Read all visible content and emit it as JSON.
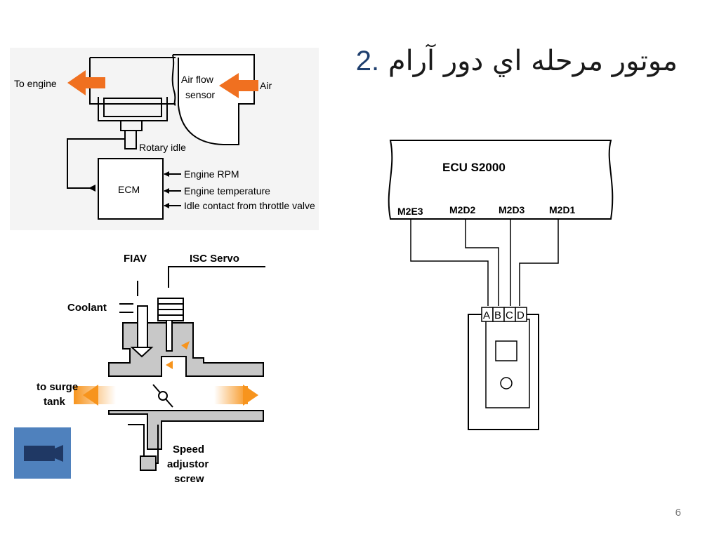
{
  "slide": {
    "number_prefix": "2.",
    "title_text": " موتور مرحله اي دور آرام",
    "page_number": "6"
  },
  "diagram_top_left": {
    "to_engine": "To engine",
    "air": "Air",
    "sensor_line1": "Air flow",
    "sensor_line2": "sensor",
    "rotary_idle": "Rotary idle",
    "ecm": "ECM",
    "inputs": [
      "Engine RPM",
      "Engine temperature",
      "Idle contact from throttle valve"
    ]
  },
  "diagram_bottom_left": {
    "fiav": "FIAV",
    "isc_servo": "ISC Servo",
    "coolant": "Coolant",
    "surge_line1": "to surge",
    "surge_line2": "tank",
    "speed_line1": "Speed",
    "speed_line2": "adjustor",
    "speed_line3": "screw"
  },
  "diagram_right": {
    "ecu_title": "ECU S2000",
    "pins": [
      "M2E3",
      "M2D2",
      "M2D3",
      "M2D1"
    ],
    "connector_letters": [
      "A",
      "B",
      "C",
      "D"
    ]
  },
  "colors": {
    "arrow_orange": "#f07020",
    "title_number": "#1f3f6e",
    "video_button": "#4f81bd"
  },
  "icons": {
    "video": "video-camera-icon"
  }
}
